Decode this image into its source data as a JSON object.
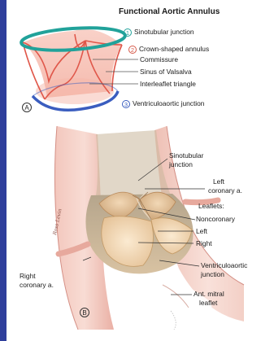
{
  "panel_a": {
    "title": "Functional Aortic Annulus",
    "letter": "A",
    "labels": [
      {
        "num": "1",
        "text": "Sinotubular junction"
      },
      {
        "num": "2",
        "text": "Crown-shaped annulus"
      },
      {
        "text": "Commissure"
      },
      {
        "text": "Sinus of Valsalva"
      },
      {
        "text": "Interleaflet triangle"
      },
      {
        "num": "3",
        "text": "Ventriculoaortic junction"
      }
    ]
  },
  "panel_b": {
    "letter": "B",
    "labels": {
      "sinotubular_1": "Sinotubular",
      "sinotubular_2": "junction",
      "left_coronary_1": "Left",
      "left_coronary_2": "coronary a.",
      "leaflets": "Leaflets:",
      "noncoronary": "Noncoronary",
      "left": "Left",
      "right": "Right",
      "vaj_1": "Ventriculoaortic",
      "vaj_2": "junction",
      "right_coronary_1": "Right",
      "right_coronary_2": "coronary a.",
      "mitral_1": "Ant. mitral",
      "mitral_2": "leaflet"
    },
    "signature": "Ross Levin"
  },
  "colors": {
    "frame_blue": "#2f3f9c",
    "teal": "#21a29a",
    "red": "#d65a4a",
    "blue": "#3a5dbf"
  }
}
